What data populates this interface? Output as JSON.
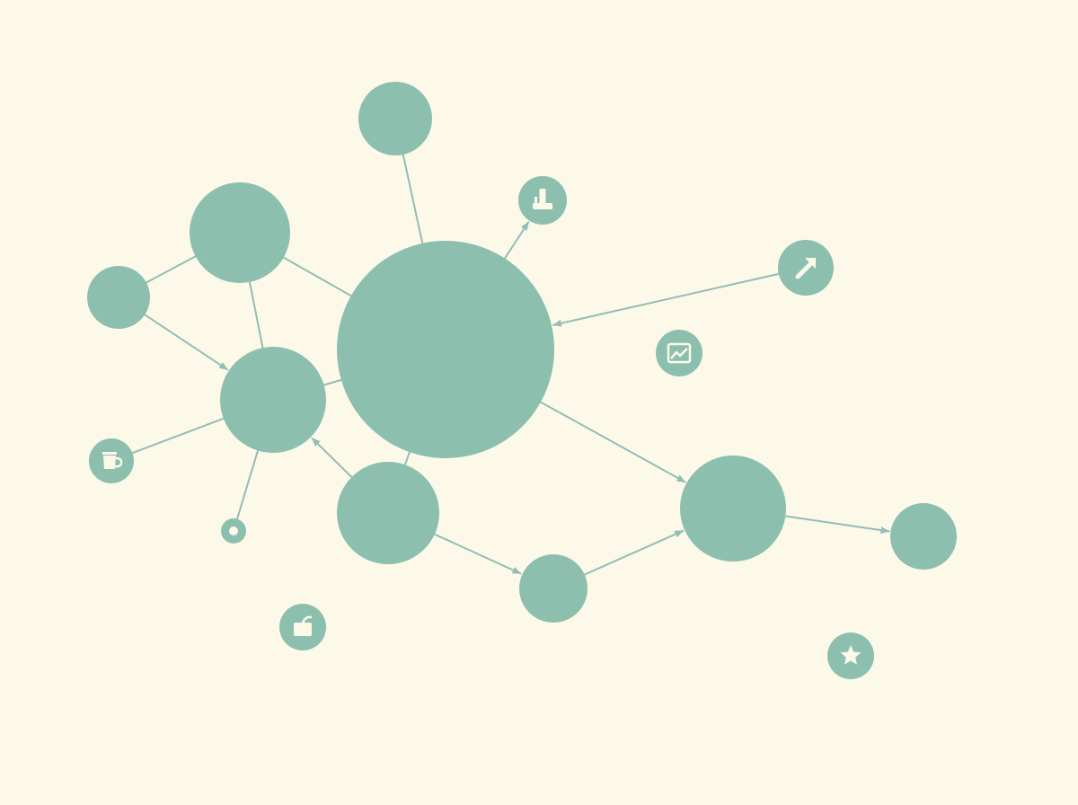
{
  "diagram": {
    "type": "network-graph",
    "colors": {
      "background": "#fcf9e9",
      "node": "#8dbfae",
      "edge": "#93bdb6",
      "icon_glyph": "#fcf9e9"
    },
    "nodes": [
      {
        "id": "hub",
        "kind": "large-circle"
      },
      {
        "id": "top",
        "kind": "circle"
      },
      {
        "id": "upper-left",
        "kind": "circle"
      },
      {
        "id": "far-left",
        "kind": "circle"
      },
      {
        "id": "left-middle",
        "kind": "circle"
      },
      {
        "id": "bottom-middle",
        "kind": "circle"
      },
      {
        "id": "bottom-center",
        "kind": "circle"
      },
      {
        "id": "right",
        "kind": "circle"
      },
      {
        "id": "far-right",
        "kind": "circle"
      },
      {
        "id": "ring",
        "kind": "small-ring"
      }
    ],
    "icons": [
      {
        "id": "box",
        "icon": "box-icon"
      },
      {
        "id": "arrow",
        "icon": "arrow-up-right-icon"
      },
      {
        "id": "chart",
        "icon": "line-chart-icon"
      },
      {
        "id": "cup",
        "icon": "cup-icon"
      },
      {
        "id": "bag",
        "icon": "bag-icon"
      },
      {
        "id": "star",
        "icon": "star-icon"
      }
    ],
    "edges": [
      {
        "from": "top",
        "to": "hub",
        "directed": false
      },
      {
        "from": "upper-left",
        "to": "hub",
        "directed": false
      },
      {
        "from": "far-left",
        "to": "upper-left",
        "directed": false
      },
      {
        "from": "upper-left",
        "to": "left-middle",
        "directed": false
      },
      {
        "from": "far-left",
        "to": "left-middle",
        "directed": true
      },
      {
        "from": "hub",
        "to": "left-middle",
        "directed": false
      },
      {
        "from": "cup",
        "to": "left-middle",
        "directed": false
      },
      {
        "from": "left-middle",
        "to": "ring",
        "directed": false
      },
      {
        "from": "bottom-middle",
        "to": "left-middle",
        "directed": true
      },
      {
        "from": "bottom-middle",
        "to": "hub",
        "directed": false
      },
      {
        "from": "hub",
        "to": "box",
        "directed": true
      },
      {
        "from": "arrow",
        "to": "hub",
        "directed": true
      },
      {
        "from": "hub",
        "to": "right",
        "directed": true
      },
      {
        "from": "bottom-middle",
        "to": "bottom-center",
        "directed": true
      },
      {
        "from": "bottom-center",
        "to": "right",
        "directed": true
      },
      {
        "from": "right",
        "to": "far-right",
        "directed": true
      }
    ]
  }
}
